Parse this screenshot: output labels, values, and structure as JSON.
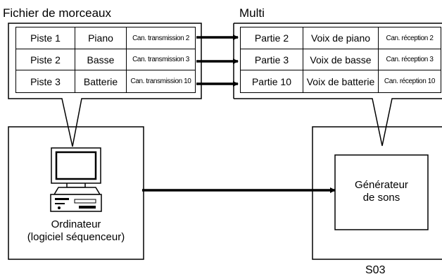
{
  "song_file": {
    "title": "Fichier de morceaux",
    "rows": [
      {
        "track": "Piste 1",
        "instrument": "Piano",
        "channel": "Can. transmission 2"
      },
      {
        "track": "Piste 2",
        "instrument": "Basse",
        "channel": "Can. transmission 3"
      },
      {
        "track": "Piste 3",
        "instrument": "Batterie",
        "channel": "Can. transmission 10"
      }
    ]
  },
  "multi": {
    "title": "Multi",
    "rows": [
      {
        "part": "Partie 2",
        "voice": "Voix de piano",
        "channel": "Can. réception 2"
      },
      {
        "part": "Partie 3",
        "voice": "Voix de basse",
        "channel": "Can. réception 3"
      },
      {
        "part": "Partie 10",
        "voice": "Voix de batterie",
        "channel": "Can. réception 10"
      }
    ]
  },
  "computer": {
    "line1": "Ordinateur",
    "line2": "(logiciel séquenceur)"
  },
  "generator": {
    "line1": "Générateur",
    "line2": "de sons"
  },
  "device_label": "S03"
}
